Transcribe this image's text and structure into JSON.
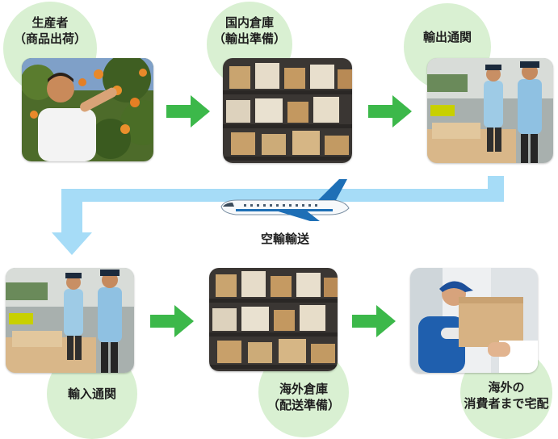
{
  "steps": [
    {
      "id": "producer",
      "label": "生産者\n（商品出荷）"
    },
    {
      "id": "domestic-warehouse",
      "label": "国内倉庫\n（輸出準備）"
    },
    {
      "id": "export-customs",
      "label": "輸出通関"
    },
    {
      "id": "import-customs",
      "label": "輸入通関"
    },
    {
      "id": "overseas-warehouse",
      "label": "海外倉庫\n（配送準備）"
    },
    {
      "id": "overseas-consumer",
      "label": "海外の\n消費者まで宅配"
    }
  ],
  "transport": {
    "label": "空輸輸送"
  },
  "colors": {
    "bubble": "#d9f0d2",
    "arrow_green": "#3cb84a",
    "flow_blue": "#a6dcf7",
    "plane_blue": "#1e6fb6"
  },
  "icons": {
    "step_arrow": "right-arrow-icon",
    "transport": "airplane-icon"
  }
}
